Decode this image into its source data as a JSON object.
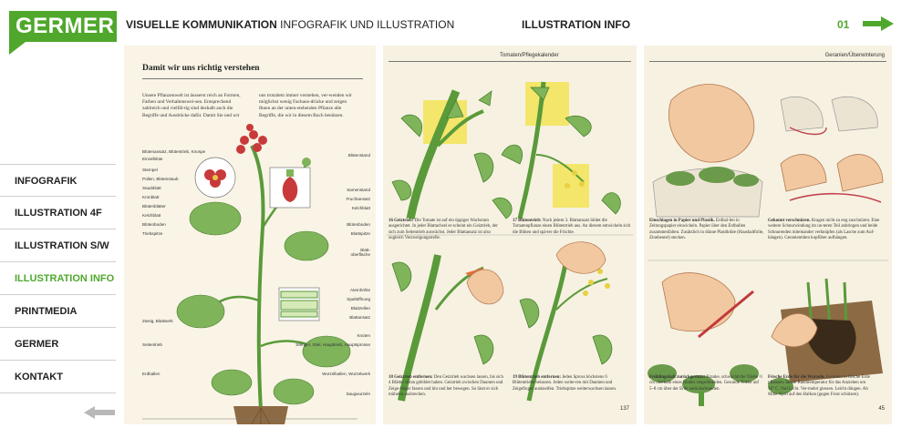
{
  "logo": {
    "text": "GERMER"
  },
  "header": {
    "title_bold": "VISUELLE KOMMUNIKATION",
    "title_rest": "INFOGRAFIK UND ILLUSTRATION",
    "section": "ILLUSTRATION INFO",
    "page": "01"
  },
  "nav": {
    "items": [
      {
        "label": "INFOGRAFIK"
      },
      {
        "label": "ILLUSTRATION 4F"
      },
      {
        "label": "ILLUSTRATION S/W"
      },
      {
        "label": "ILLUSTRATION INFO"
      },
      {
        "label": "PRINTMEDIA"
      },
      {
        "label": "GERMER"
      },
      {
        "label": "KONTAKT"
      }
    ],
    "active_index": 3
  },
  "colors": {
    "accent": "#4fa82c",
    "nav_text": "#222222",
    "paper": "#f7f1e1"
  },
  "page1": {
    "title": "Damit wir uns richtig verstehen",
    "col_left": "Unsere Pflanzenwelt ist äusserst reich an Formen, Farben und Verhaltenswei-sen. Entsprechend zahlreich und vielfäl-tig sind deshalb auch die Begriffe und Ausdrücke dafür. Damit Sie und wir",
    "col_right": "uns trotzdem immer verstehen, ver-wenden wir möglichst wenig Fachaus-drücke und zeigen Ihnen an der unten-stehenden Pflanze alle Begriffe, die wir in diesem Buch benützen.",
    "labels_left": [
      "Blütenansatz, Blütentrieb, Knospe",
      "Einzelblüte",
      "Stempel",
      "Pollen, Blütenstaub",
      "Staubblatt",
      "Kronblatt",
      "Blütenblätter",
      "Kelchblatt",
      "Blütenboden",
      "Triebspitze",
      "Zweig, Blattwerk",
      "Seitentrieb",
      "Erdballen"
    ],
    "labels_right": [
      "Blütenstand",
      "Samenstand",
      "Fruchtansatz",
      "Kelchblatt",
      "Blütenboden",
      "Blattspitze",
      "Blatt-oberfläche",
      "Atemhöhle",
      "Spaltöffnung",
      "Blattzellen",
      "Blattansatz",
      "Knoten",
      "Stengel, Stiel, Haupttrieb, Hauptsprosse",
      "Wurzelballen, Wurzelwerk",
      "Saugwurzeln"
    ]
  },
  "page2": {
    "running_head": "Tomaten/Pflegekalender",
    "captions": [
      {
        "num": "16",
        "title": "Geiztrieb:",
        "text": "Die Tomate ist auf ein üppiges Wachstum ausgerichtet. In jeder Blattachsel er-scheint ein Geiztrieb, der sich zum Seitentrieb auswächst. Jeder Blattansatz ist also zugleich Verzweigungsstelle."
      },
      {
        "num": "17",
        "title": "Blütentrieb:",
        "text": "Nach jedem 3. Blattansatz bildet die Tomatenpflanze einen Blütentrieb aus. An diesem entwickeln sich die Blüten und spä-ter die Früchte."
      },
      {
        "num": "18",
        "title": "Geiztrieb entfernen:",
        "text": "Den Geiztrieb wachsen lassen, bis sich 4 Blätter daran gebildet haben. Geiztrieb zwischen Daumen und Zeige-finger fassen und hin und her bewegen. So lässt er sich mühelos ausbrechen."
      },
      {
        "num": "19",
        "title": "Blütentrieb entfernen:",
        "text": "Jeden Spross höchstens 6 Blütentriebe belassen. Jeden weite-ren mit Daumen und Zeigefinger auskneifen. Triebspitze weiterwachsen lassen."
      }
    ],
    "page_number": "137"
  },
  "page3": {
    "running_head": "Geranien/Überwinterung",
    "captions": [
      {
        "title": "Einschlagen in Papier und Plastik.",
        "text": "Erdbal-len in Zeitungspapier einwickeln. Papier über den Erdballen zusammenfalten. Zusätzlich in dünne Plastiktüte (Haushaltfolie, Zinnbeutel) stecken."
      },
      {
        "title": "Gekonnt verschnüren.",
        "text": "Kragen nicht zu eng zuschnüren. Eine weitere Schnurwindung im un-teren Teil anbringen und beide Schnurenden miteinander verknüpfen (als Lasche zum Auf-hängen). Geranientüten kopfüber aufhängen."
      },
      {
        "title": "Frühlingshaft zurückgestutzt",
        "text": "Kranke, schwächliche Triebe ½ cm oberhalb eines Blattes wegschneiden. Gesunde Triebe auf 5–8 cm über der Erde zurückschneiden."
      },
      {
        "title": "Frische Erde für die Wurzeln.",
        "text": "Geranien in frische Erde pflanzen. Ideale Raumtemperatur für das Anziehen um 16° C. Viel Licht. Ver-mehrt giessen. Leicht düngen. Ab Mitte April auf den Balkon (gegen Frost schützen)."
      }
    ],
    "page_number": "45"
  }
}
